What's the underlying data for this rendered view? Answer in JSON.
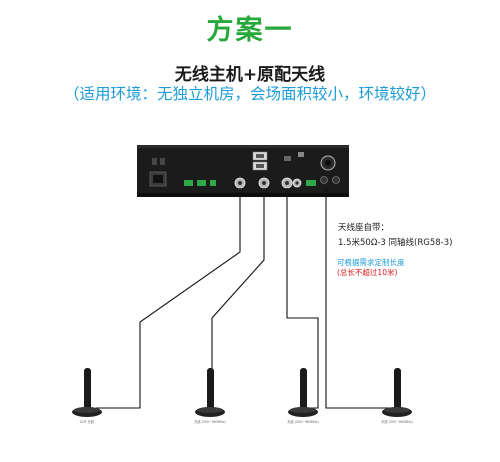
{
  "title": "方案一",
  "subtitle": "无线主机+原配天线",
  "environment": "（适用环境：无独立机房，会场面积较小，环境较好）",
  "antenna_note": {
    "line1": "天线座自带：",
    "line2": "1.5米50Ω-3 同轴线(RG58-3)",
    "line3": "可根据需求定制长度",
    "line4": "(总长不超过10米)"
  },
  "antenna_captions": [
    "UHF 天线",
    "天线 (500~960MHz)",
    "天线 (500~960MHz)",
    "天线 (500~960MHz)"
  ],
  "colors": {
    "title_green": "#27a83a",
    "env_blue": "#1d9cd8",
    "note_red": "#d91c1c",
    "device_body": "#1b1b1b",
    "cable": "#111111"
  }
}
